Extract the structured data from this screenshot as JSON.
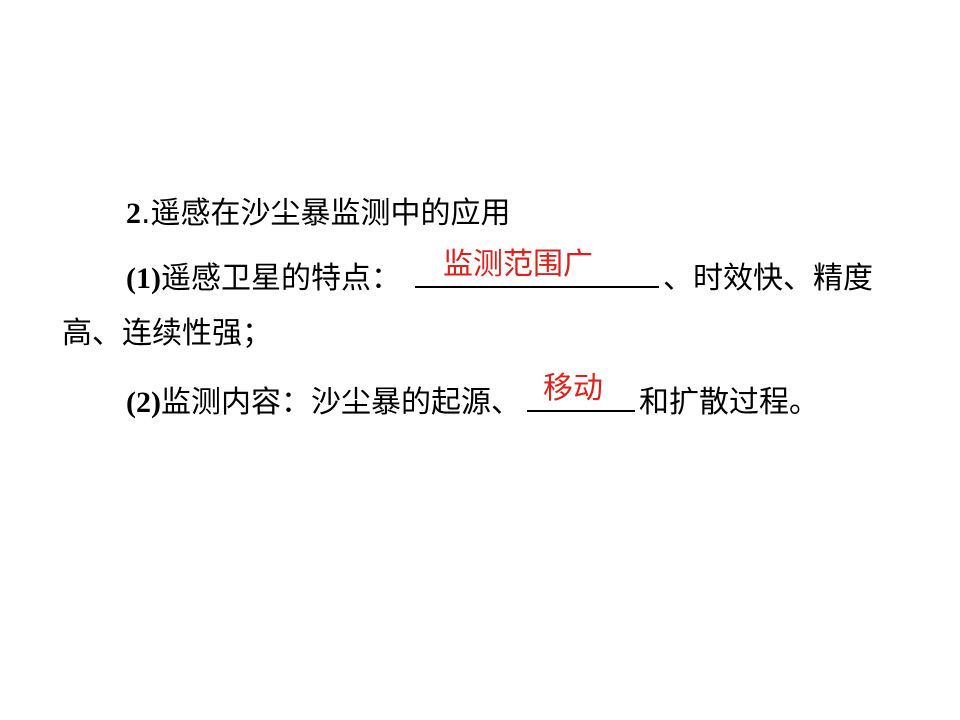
{
  "heading": {
    "number": "2",
    "separator": ".",
    "text": "遥感在沙尘暴监测中的应用"
  },
  "item1": {
    "label": "(1)",
    "prefix": "遥感卫星的特点：",
    "answer": "监测范围广",
    "suffix": "、时效快、精度",
    "continuation": "高、连续性强；"
  },
  "item2": {
    "label": "(2)",
    "prefix": "监测内容：沙尘暴的起源、",
    "answer": "移动",
    "suffix": "和扩散过程。"
  },
  "colors": {
    "text": "#000000",
    "answer": "#e0211b",
    "background": "#ffffff"
  }
}
